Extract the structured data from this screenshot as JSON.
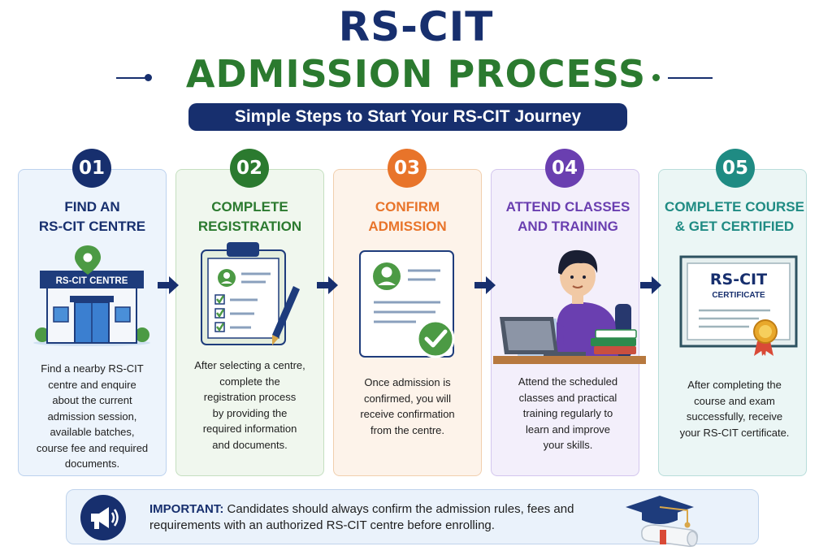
{
  "header": {
    "title_line1": "RS-CIT",
    "title_line2": "ADMISSION PROCESS",
    "subtitle": "Simple Steps to Start Your RS-CIT Journey"
  },
  "colors": {
    "navy": "#172f6e",
    "green": "#2b7a2f",
    "orange": "#e8742a",
    "purple": "#6a3fb0",
    "teal": "#1f8b83"
  },
  "steps": [
    {
      "number": "01",
      "title_line1": "FIND AN",
      "title_line2": "RS-CIT CENTRE",
      "illustration_label": "RS-CIT CENTRE",
      "desc_lines": [
        "Find a nearby RS-CIT",
        "centre and enquire",
        "about the current",
        "admission session,",
        "available batches,",
        "course fee and required",
        "documents."
      ],
      "icon": "building-icon"
    },
    {
      "number": "02",
      "title_line1": "COMPLETE",
      "title_line2": "REGISTRATION",
      "desc_lines": [
        "After selecting a centre,",
        "complete the",
        "registration process",
        "by providing the",
        "required information",
        "and documents."
      ],
      "icon": "clipboard-icon"
    },
    {
      "number": "03",
      "title_line1": "CONFIRM",
      "title_line2": "ADMISSION",
      "desc_lines": [
        "Once admission is",
        "confirmed, you will",
        "receive confirmation",
        "from the centre."
      ],
      "icon": "confirmation-doc-icon"
    },
    {
      "number": "04",
      "title_line1": "ATTEND CLASSES",
      "title_line2": "AND TRAINING",
      "desc_lines": [
        "Attend the scheduled",
        "classes and practical",
        "training regularly to",
        "learn and improve",
        "your skills."
      ],
      "icon": "student-laptop-icon"
    },
    {
      "number": "05",
      "title_line1": "COMPLETE COURSE",
      "title_line2": "& GET CERTIFIED",
      "certificate_title": "RS-CIT",
      "certificate_subtitle": "CERTIFICATE",
      "desc_lines": [
        "After completing the",
        "course and exam",
        "successfully, receive",
        "your RS-CIT certificate."
      ],
      "icon": "certificate-icon"
    }
  ],
  "important": {
    "label": "IMPORTANT:",
    "text_line1": " Candidates should always confirm the admission rules, fees and",
    "text_line2": "requirements with an authorized RS-CIT centre before enrolling.",
    "icon": "megaphone-icon"
  }
}
